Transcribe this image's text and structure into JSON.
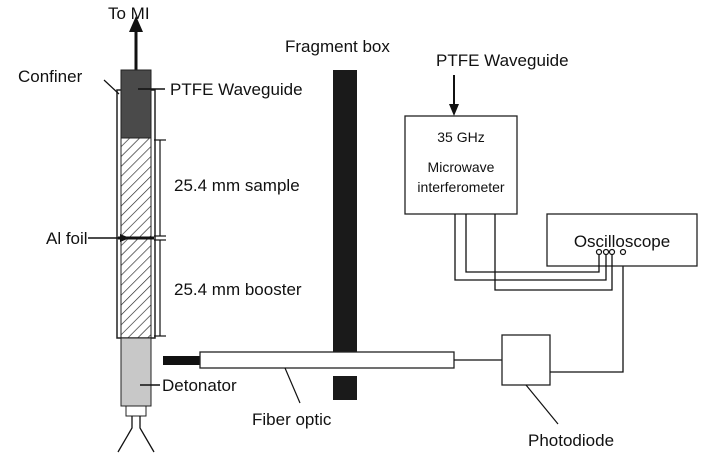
{
  "labels": {
    "to_mi": "To MI",
    "confiner": "Confiner",
    "ptfe_left": "PTFE Waveguide",
    "sample": "25.4 mm sample",
    "al_foil": "Al foil",
    "booster": "25.4 mm booster",
    "detonator": "Detonator",
    "fiber_optic": "Fiber optic",
    "fragment_box": "Fragment box",
    "ptfe_right": "PTFE Waveguide",
    "mi_line1": "35 GHz",
    "mi_line2": "Microwave",
    "mi_line3": "interferometer",
    "oscilloscope": "Oscilloscope",
    "photodiode": "Photodiode"
  }
}
